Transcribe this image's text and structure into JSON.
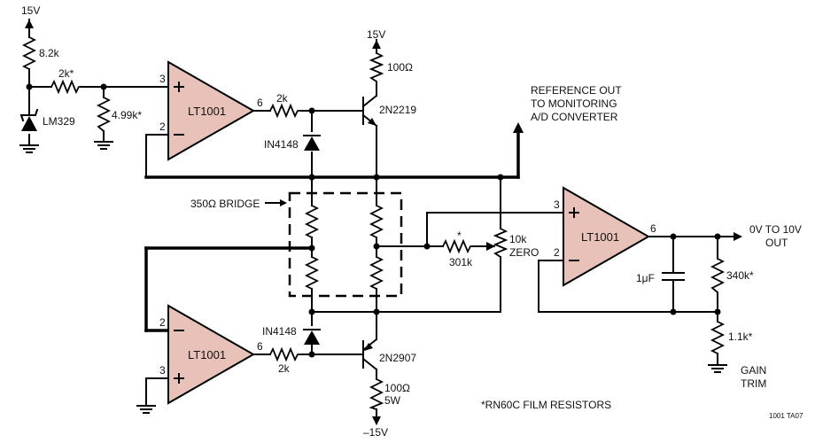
{
  "opamps": {
    "top": {
      "name": "LT1001",
      "pin_plus": "3",
      "pin_minus": "2",
      "pin_out": "6"
    },
    "bottom": {
      "name": "LT1001",
      "pin_minus": "2",
      "pin_plus": "3",
      "pin_out": "6"
    },
    "right": {
      "name": "LT1001",
      "pin_plus": "3",
      "pin_minus": "2",
      "pin_out": "6"
    }
  },
  "supply": {
    "pos_top_left": "15V",
    "pos_transistor": "15V",
    "neg_transistor": "–15V"
  },
  "resistors": {
    "r_8k2": "8.2k",
    "r_2k_star": "2k*",
    "r_4k99": "4.99k*",
    "r_2k_top": "2k",
    "r_100_top": "100Ω",
    "r_2k_bottom": "2k",
    "r_100_bottom": "100Ω",
    "r_100_bottom_w": "5W",
    "r_301k_star": "*",
    "r_301k": "301k",
    "pot_10k": "10k",
    "pot_zero": "ZERO",
    "r_340k": "340k*",
    "r_1k1": "1.1k*"
  },
  "capacitor": {
    "c_1uf": "1μF"
  },
  "diodes": {
    "top": "IN4148",
    "bottom": "IN4148"
  },
  "zener": "LM329",
  "transistors": {
    "top": "2N2219",
    "bottom": "2N2907"
  },
  "bridge_label": "350Ω BRIDGE",
  "reference_out": {
    "line1": "REFERENCE OUT",
    "line2": "TO MONITORING",
    "line3": "A/D CONVERTER"
  },
  "output": {
    "line1": "0V TO 10V",
    "line2": "OUT"
  },
  "gain_trim": {
    "line1": "GAIN",
    "line2": "TRIM"
  },
  "footnote": "*RN60C FILM RESISTORS",
  "figure_code": "1001 TA07"
}
